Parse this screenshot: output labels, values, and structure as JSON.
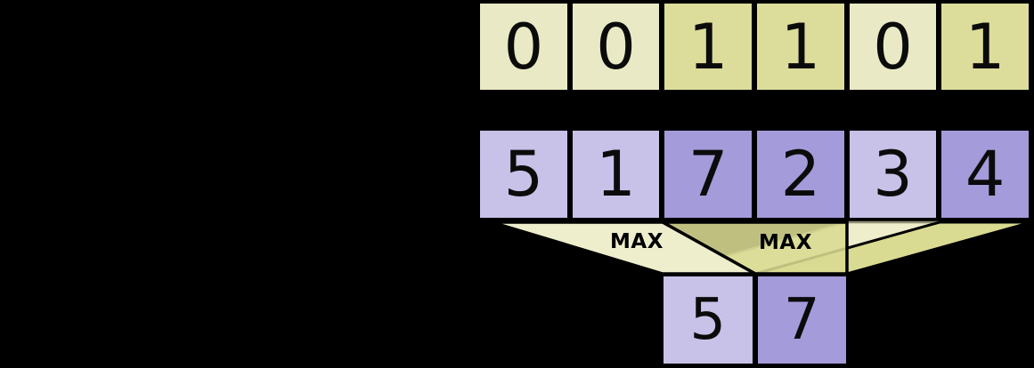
{
  "mask_row": {
    "cells": [
      {
        "value": "0",
        "tone": "light"
      },
      {
        "value": "0",
        "tone": "light"
      },
      {
        "value": "1",
        "tone": "dark"
      },
      {
        "value": "1",
        "tone": "dark"
      },
      {
        "value": "0",
        "tone": "light"
      },
      {
        "value": "1",
        "tone": "dark"
      }
    ]
  },
  "input_row": {
    "cells": [
      {
        "value": "5",
        "tone": "light"
      },
      {
        "value": "1",
        "tone": "light"
      },
      {
        "value": "7",
        "tone": "dark"
      },
      {
        "value": "2",
        "tone": "dark"
      },
      {
        "value": "3",
        "tone": "light"
      },
      {
        "value": "4",
        "tone": "dark"
      }
    ]
  },
  "output_row": {
    "cells": [
      {
        "value": "5",
        "tone": "light"
      },
      {
        "value": "7",
        "tone": "dark"
      }
    ]
  },
  "funnels": {
    "left_label": "MAX",
    "right_label": "MAX"
  },
  "colors": {
    "background": "#000000",
    "mask_cell_light": "#e9eac5",
    "mask_cell_dark": "#dcdd9a",
    "value_cell_light": "#c8c1e8",
    "value_cell_dark": "#a49bdb",
    "funnel_light": "#eeeecd",
    "funnel_dark": "#dadb92",
    "outline": "#000000"
  }
}
